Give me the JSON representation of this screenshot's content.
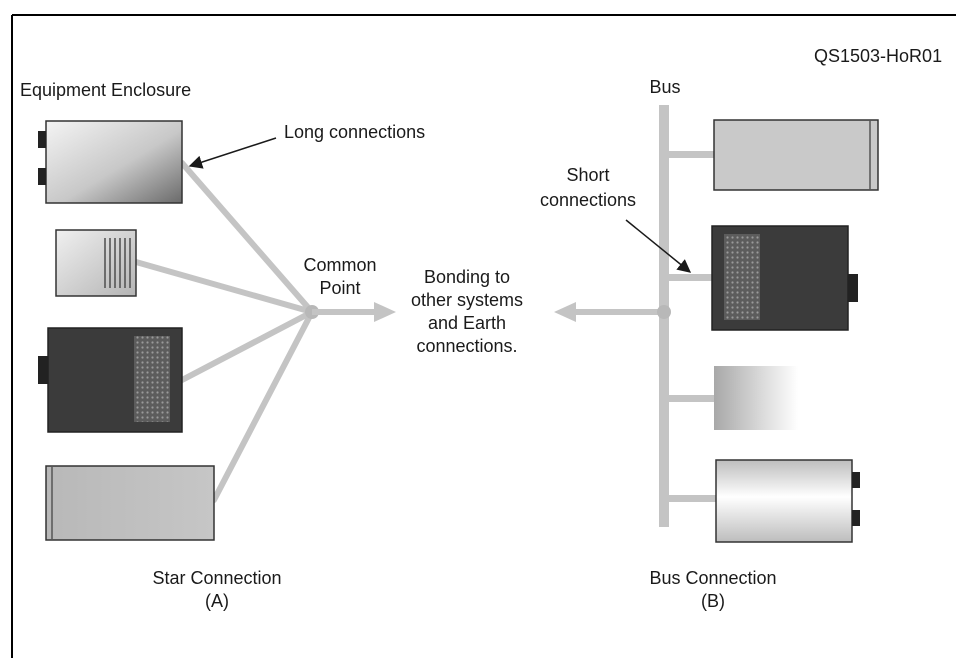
{
  "figure_id": "QS1503-HoR01",
  "labels": {
    "equipment_enclosure": "Equipment Enclosure",
    "long_connections": "Long connections",
    "common_point_line1": "Common",
    "common_point_line2": "Point",
    "bonding_line1": "Bonding to",
    "bonding_line2": "other systems",
    "bonding_line3": "and Earth",
    "bonding_line4": "connections.",
    "bus": "Bus",
    "short_connections_line1": "Short",
    "short_connections_line2": "connections",
    "star_caption_line1": "Star Connection",
    "star_caption_line2": "(A)",
    "bus_caption_line1": "Bus Connection",
    "bus_caption_line2": "(B)"
  },
  "colors": {
    "frame": "#000000",
    "connector": "#c4c4c4",
    "arrow": "#1a1a1a",
    "dark_enclosure": "#3b3b3b",
    "light_enclosure": "#c9c9c9"
  }
}
